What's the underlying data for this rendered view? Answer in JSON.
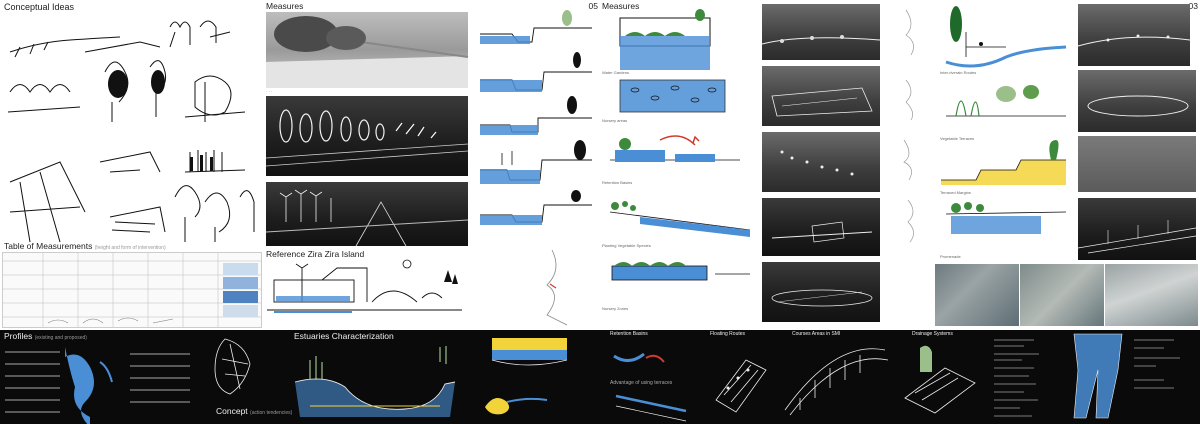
{
  "panels": {
    "conceptual_ideas": {
      "title": "Conceptual Ideas"
    },
    "table_of_measurements": {
      "title": "Table of Measurements",
      "subtitle": "(height and form of intervention)"
    },
    "measures_left": {
      "title": "Measures",
      "reference_title": "Reference Zira Zira Island",
      "page_number": "05"
    },
    "measures_mid": {
      "title": "Measures"
    },
    "measures_captions": [
      "Water Gardens",
      "Nursery areas",
      "Retention Basins",
      "Planting Vegetable Species",
      "Nursery Zones"
    ],
    "marsh_captions": [
      "Inter-riverain Routes",
      "Vegetable Terraces",
      "Terraced Margins",
      "Promenade"
    ],
    "page_number_right": "03"
  },
  "bottom": {
    "profiles": {
      "title": "Profiles",
      "subtitle": "(existing and proposed)"
    },
    "concept": {
      "title": "Concept",
      "subtitle": "(action tendencies)"
    },
    "estuaries": {
      "title": "Estuaries Characterization"
    },
    "retention": {
      "title": "Retention Basins",
      "sub": "Advantage of using terraces"
    },
    "floating": {
      "title": "Floating Routes"
    },
    "courses": {
      "title": "Courses Areas in SMI"
    },
    "drainage": {
      "title": "Drainage Systems"
    }
  },
  "colors": {
    "water": "#4a8fd6",
    "accent_yellow": "#f3d33a",
    "vegetation": "#3d8a3d",
    "red_arrow": "#d23a2a"
  }
}
